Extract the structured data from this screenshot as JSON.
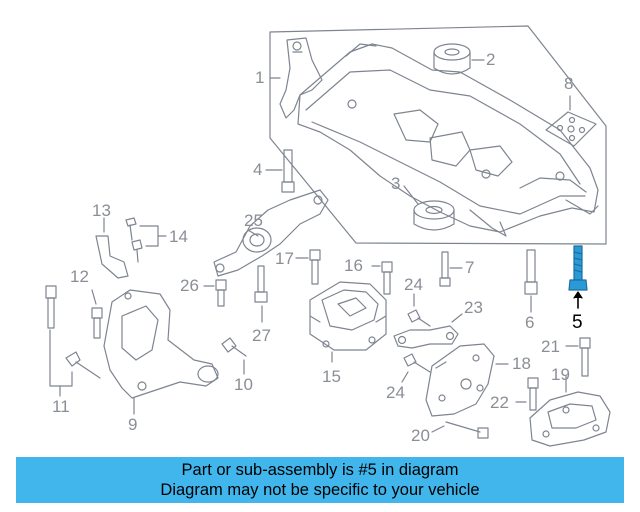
{
  "callouts": {
    "c1": "1",
    "c2": "2",
    "c3": "3",
    "c4": "4",
    "c5": "5",
    "c6": "6",
    "c7": "7",
    "c8": "8",
    "c9": "9",
    "c10": "10",
    "c11": "11",
    "c12": "12",
    "c13": "13",
    "c14": "14",
    "c15": "15",
    "c16": "16",
    "c17": "17",
    "c18": "18",
    "c19": "19",
    "c20": "20",
    "c21": "21",
    "c22": "22",
    "c23": "23",
    "c24a": "24",
    "c24b": "24",
    "c25": "25",
    "c26": "26",
    "c27": "27"
  },
  "highlight_part": "5",
  "colors": {
    "line": "#7e8590",
    "highlight_part": "#2a9ad6",
    "banner": "#41b6ec"
  },
  "banner": {
    "line1": "Part or sub-assembly is #5 in diagram",
    "line2": "Diagram may not be specific to your vehicle"
  }
}
